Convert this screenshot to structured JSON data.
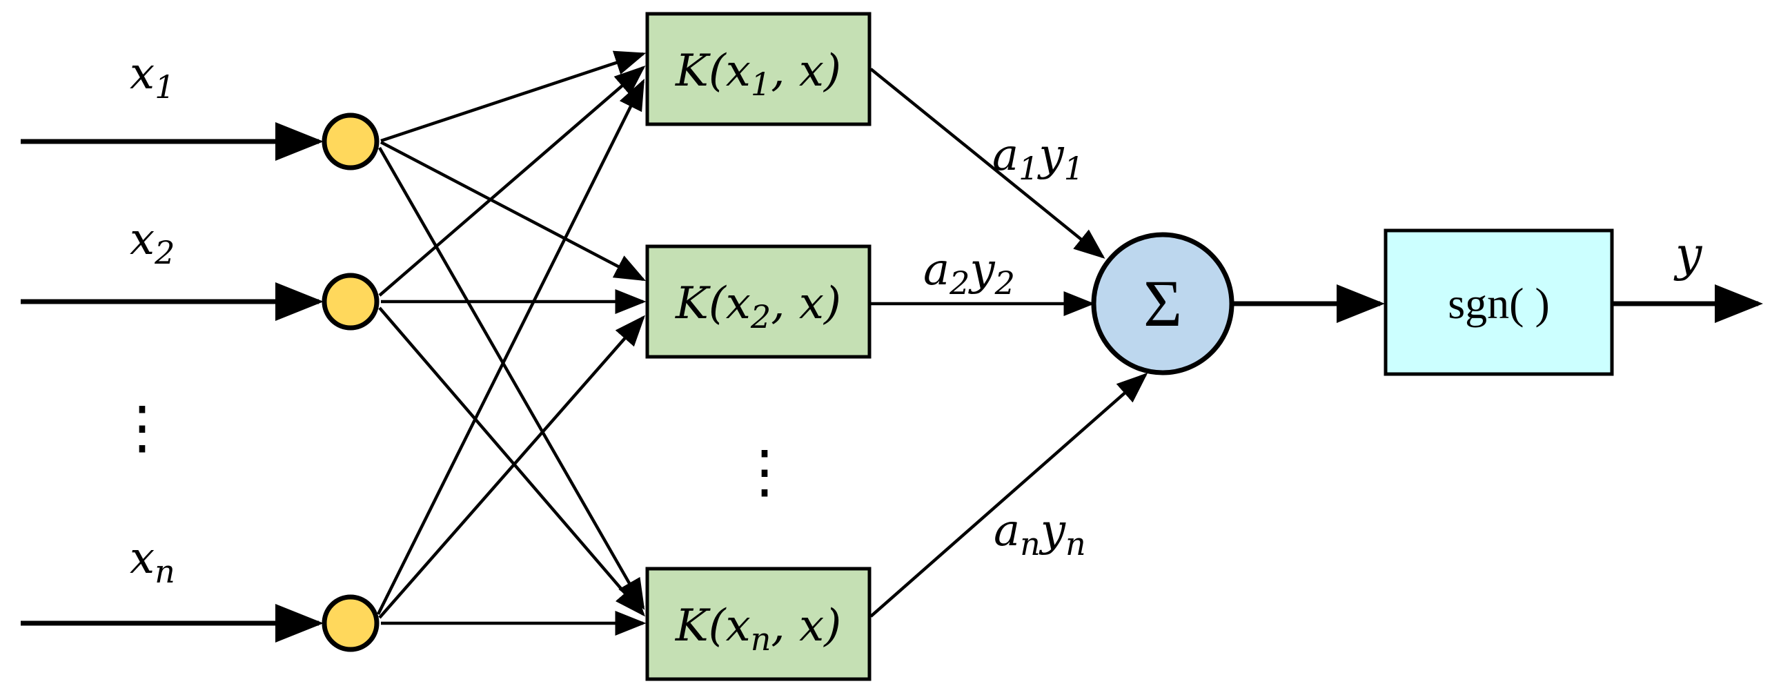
{
  "inputs": [
    {
      "base": "x",
      "sub": "1"
    },
    {
      "base": "x",
      "sub": "2"
    },
    {
      "base": "⋮",
      "sub": ""
    },
    {
      "base": "x",
      "sub": "n"
    }
  ],
  "kernels": [
    {
      "pre": "K(",
      "var": "x",
      "sub": "1",
      "post": ", x)"
    },
    {
      "pre": "K(",
      "var": "x",
      "sub": "2",
      "post": ", x)"
    },
    {
      "pre": "⋮",
      "var": "",
      "sub": "",
      "post": ""
    },
    {
      "pre": "K(",
      "var": "x",
      "sub": "n",
      "post": ", x)"
    }
  ],
  "weights": [
    {
      "a": "a",
      "a_sub": "1",
      "y": "y",
      "y_sub": "1"
    },
    {
      "a": "a",
      "a_sub": "2",
      "y": "y",
      "y_sub": "2"
    },
    {
      "a": "a",
      "a_sub": "n",
      "y": "y",
      "y_sub": "n"
    }
  ],
  "sum_symbol": "Σ",
  "sign_label": "sgn( )",
  "output_label": "y",
  "colors": {
    "node_fill": "#FFD85C",
    "kernel_fill": "#C5E0B4",
    "sum_fill": "#BDD7EE",
    "sign_fill": "#CCFFFF",
    "stroke": "#000000"
  }
}
